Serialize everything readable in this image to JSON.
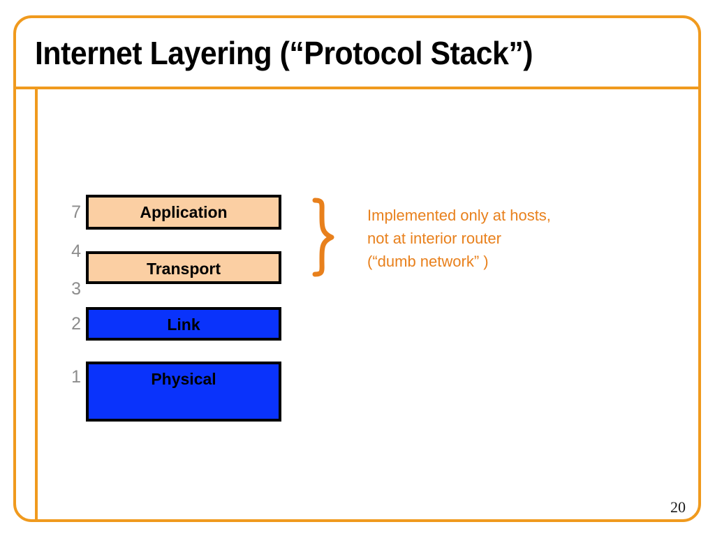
{
  "slide": {
    "title": "Internet Layering (“Protocol Stack”)",
    "page_number": "20",
    "frame_color": "#f09a1e",
    "accent_orange": "#e8801c"
  },
  "stack": {
    "layers": [
      {
        "number": "7",
        "label": "Application",
        "fill": "#fbcfa3",
        "kind": "host"
      },
      {
        "number": "4",
        "label": "Transport",
        "fill": "#fbcfa3",
        "kind": "host"
      },
      {
        "number": "3",
        "label": "",
        "fill": "",
        "kind": "host-number-only"
      },
      {
        "number": "2",
        "label": "Link",
        "fill": "#0a33fb",
        "kind": "network"
      },
      {
        "number": "1",
        "label": "Physical",
        "fill": "#0a33fb",
        "kind": "network"
      }
    ]
  },
  "annotation": {
    "brace": "right-curly-brace",
    "line1": "Implemented only at hosts,",
    "line2": "not at interior router",
    "line3": "(“dumb network” )"
  }
}
